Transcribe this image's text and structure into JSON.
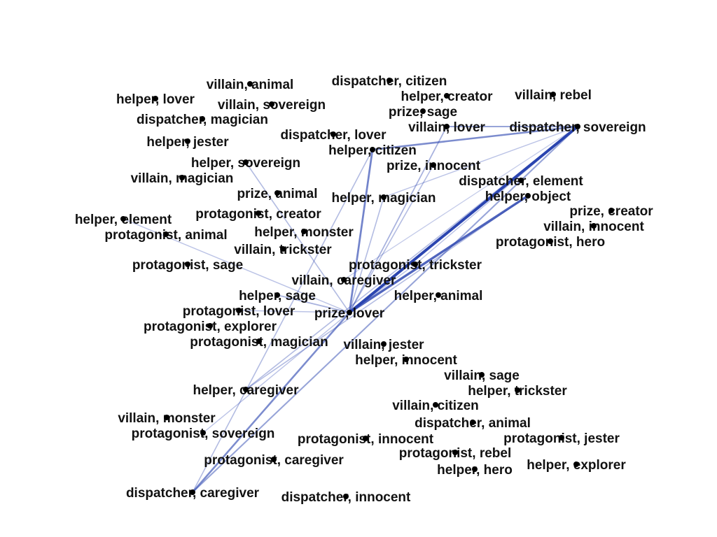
{
  "colors": {
    "edge": "#2b45b0",
    "node": "#000000",
    "label": "#111111",
    "background": "#ffffff"
  },
  "nodes": [
    "villain, animal",
    "dispatcher, citizen",
    "helper, lover",
    "villain, sovereign",
    "helper, creator",
    "villain, rebel",
    "dispatcher, magician",
    "prize, sage",
    "villain, lover",
    "dispatcher, sovereign",
    "dispatcher, lover",
    "helper, jester",
    "helper, citizen",
    "helper, sovereign",
    "prize, innocent",
    "villain, magician",
    "dispatcher, element",
    "prize, animal",
    "helper, magician",
    "helper, object",
    "prize, creator",
    "protagonist, creator",
    "helper, element",
    "villain, innocent",
    "helper, monster",
    "protagonist, animal",
    "protagonist, hero",
    "villain, trickster",
    "protagonist, sage",
    "protagonist, trickster",
    "villain, caregiver",
    "helper, sage",
    "helper, animal",
    "protagonist, lover",
    "prize, lover",
    "protagonist, explorer",
    "protagonist, magician",
    "villain, jester",
    "helper, innocent",
    "villain, sage",
    "helper, caregiver",
    "helper, trickster",
    "villain, citizen",
    "villain, monster",
    "dispatcher, animal",
    "protagonist, sovereign",
    "protagonist, innocent",
    "protagonist, jester",
    "protagonist, rebel",
    "protagonist, caregiver",
    "helper, explorer",
    "helper, hero",
    "dispatcher, caregiver",
    "dispatcher, innocent"
  ],
  "edges": [
    [
      "prize, lover",
      "dispatcher, sovereign",
      1.0
    ],
    [
      "prize, lover",
      "helper, object",
      0.8
    ],
    [
      "prize, lover",
      "helper, citizen",
      0.6
    ],
    [
      "prize, lover",
      "dispatcher, caregiver",
      0.55
    ],
    [
      "dispatcher, caregiver",
      "dispatcher, sovereign",
      0.4
    ],
    [
      "helper, citizen",
      "dispatcher, sovereign",
      0.55
    ],
    [
      "villain, lover",
      "dispatcher, sovereign",
      0.4
    ],
    [
      "prize, lover",
      "villain, lover",
      0.3
    ],
    [
      "prize, lover",
      "prize, innocent",
      0.25
    ],
    [
      "prize, lover",
      "helper, sovereign",
      0.25
    ],
    [
      "prize, lover",
      "helper, element",
      0.2
    ],
    [
      "prize, lover",
      "helper, sage",
      0.3
    ],
    [
      "prize, lover",
      "helper, magician",
      0.25
    ],
    [
      "prize, lover",
      "protagonist, lover",
      0.2
    ],
    [
      "helper, caregiver",
      "dispatcher, sovereign",
      0.25
    ],
    [
      "helper, magician",
      "dispatcher, sovereign",
      0.2
    ],
    [
      "helper, caregiver",
      "helper, object",
      0.25
    ],
    [
      "protagonist, trickster",
      "dispatcher, sovereign",
      0.2
    ],
    [
      "villain, caregiver",
      "dispatcher, sovereign",
      0.15
    ],
    [
      "prize, lover",
      "protagonist, trickster",
      0.2
    ],
    [
      "dispatcher, caregiver",
      "helper, citizen",
      0.25
    ],
    [
      "protagonist, sovereign",
      "prize, lover",
      0.2
    ]
  ]
}
